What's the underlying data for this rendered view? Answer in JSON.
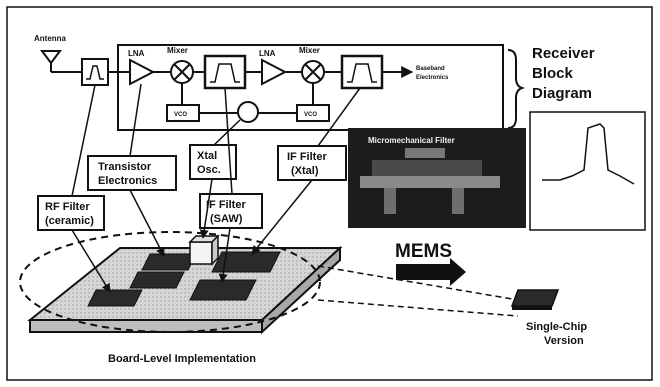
{
  "rf_chain": {
    "antenna": "Antenna",
    "lna_1": "LNA",
    "mixer_1": "Mixer",
    "lna_2": "LNA",
    "mixer_2": "Mixer",
    "vco_1": "VCO",
    "vco_2": "VCO",
    "baseband_line1": "Baseband",
    "baseband_line2": "Electronics"
  },
  "heading": {
    "line1": "Receiver",
    "line2": "Block",
    "line3": "Diagram"
  },
  "callouts": {
    "transistor_line1": "Transistor",
    "transistor_line2": "Electronics",
    "xtal_osc_line1": "Xtal",
    "xtal_osc_line2": "Osc.",
    "if_xtal_line1": "IF Filter",
    "if_xtal_line2": "(Xtal)",
    "rf_filter_line1": "RF Filter",
    "rf_filter_line2": "(ceramic)",
    "if_saw_line1": "IF Filter",
    "if_saw_line2": "(SAW)"
  },
  "photo": {
    "title": "Micromechanical Filter"
  },
  "mems_label": "MEMS",
  "single_chip_line1": "Single-Chip",
  "single_chip_line2": "Version",
  "board_label": "Board-Level Implementation",
  "colors": {
    "ink": "#111111",
    "photo_dark": "#1c1c1c",
    "photo_text": "#e8e8e8",
    "board": "#cfcfcf"
  }
}
